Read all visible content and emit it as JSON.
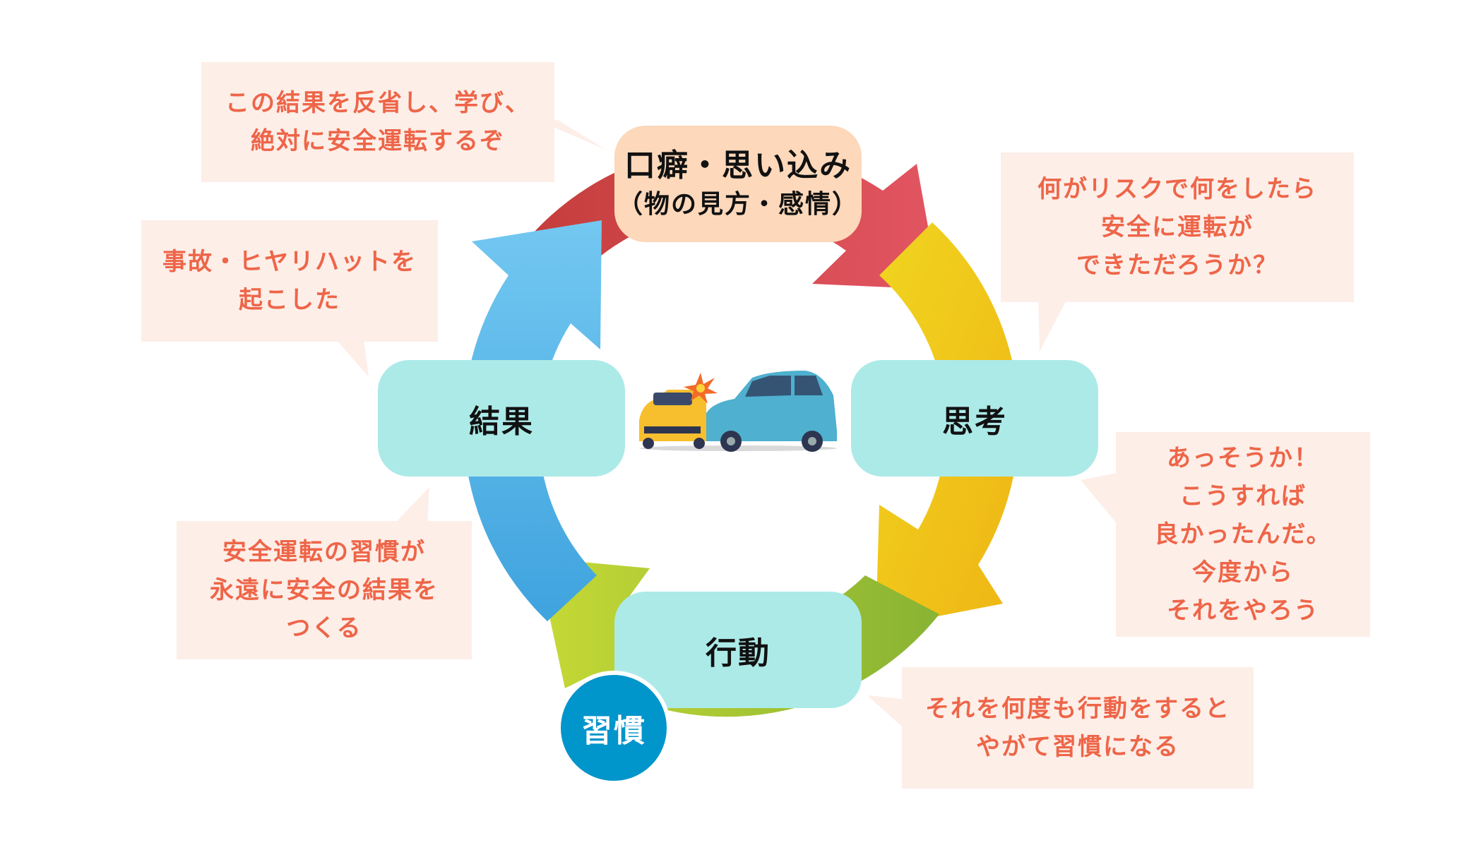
{
  "colors": {
    "callout_bg": "#FDEEE8",
    "callout_text": "#EE6548",
    "node_bg": "#ACEAE8",
    "top_node_bg": "#FDD8BA",
    "habit_bg": "#0095CB",
    "arrow_red": "#C8413D",
    "arrow_pink": "#E05160",
    "arrow_yellow": "#F0CD1E",
    "arrow_orange": "#EFB816",
    "arrow_green": "#8AB534",
    "arrow_lime": "#C3D733",
    "arrow_blue": "#3FA6E0",
    "arrow_lightblue": "#6EC4F0"
  },
  "nodes": {
    "top_line1": "口癖・思い込み",
    "top_line2": "（物の見方・感情）",
    "thinking": "思考",
    "action": "行動",
    "result": "結果",
    "habit": "習慣"
  },
  "center_image": {
    "icon": "car-collision-icon"
  },
  "callouts": [
    {
      "id": "reflect",
      "text": "この結果を反省し、学び、\n絶対に安全運転するぞ"
    },
    {
      "id": "accident",
      "text": "事故・ヒヤリハットを\n起こした"
    },
    {
      "id": "question",
      "text": "何がリスクで何をしたら\n安全に運転が\nできただろうか？"
    },
    {
      "id": "realize",
      "text": "あっそうか！\nこうすれば\n良かったんだ。\n今度から\nそれをやろう"
    },
    {
      "id": "repeat",
      "text": "それを何度も行動をすると\nやがて習慣になる"
    },
    {
      "id": "forever",
      "text": "安全運転の習慣が\n永遠に安全の結果を\nつくる"
    }
  ]
}
